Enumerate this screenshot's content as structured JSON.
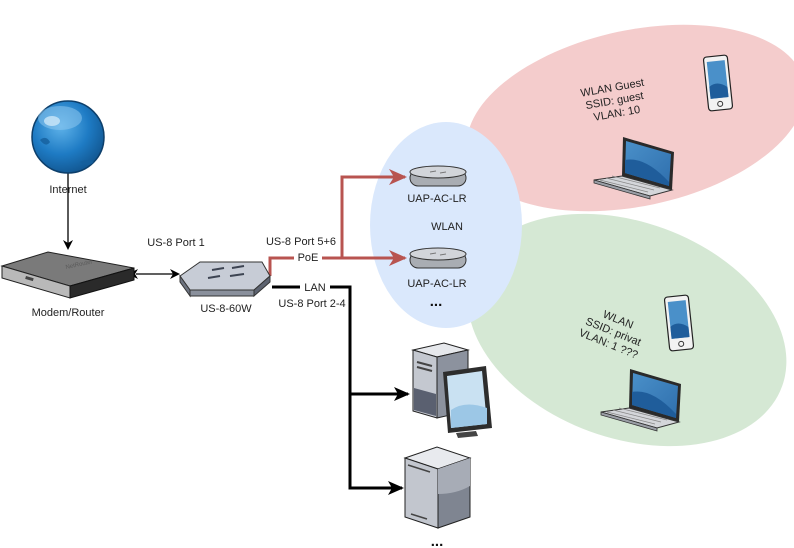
{
  "diagram": {
    "title": "Home network topology",
    "colors": {
      "guest_zone": "#f4cccc",
      "private_zone": "#d5e8d4",
      "wlan_zone": "#dae8fc",
      "poe_link": "#b85450",
      "lan_link": "#000000",
      "globe": "#1e7bc4"
    },
    "nodes": {
      "internet": {
        "label": "Internet",
        "icon": "globe-icon"
      },
      "modem": {
        "label": "Modem/Router",
        "icon": "router-icon"
      },
      "switch": {
        "label": "US-8-60W",
        "icon": "switch-icon"
      },
      "ap1": {
        "label": "UAP-AC-LR",
        "icon": "access-point-icon"
      },
      "ap2": {
        "label": "UAP-AC-LR",
        "icon": "access-point-icon"
      },
      "ap_more": {
        "label": "..."
      },
      "workstation": {
        "icon": "desktop-computer-icon"
      },
      "server": {
        "icon": "server-tower-icon"
      },
      "lan_more": {
        "label": "..."
      }
    },
    "zones": {
      "wlan": {
        "label": "WLAN"
      },
      "guest": {
        "lines": [
          "WLAN Guest",
          "SSID: guest",
          "VLAN: 10"
        ],
        "devices": [
          "tablet-icon",
          "laptop-icon"
        ]
      },
      "private": {
        "lines": [
          "WLAN",
          "SSID: privat",
          "VLAN: 1 ???"
        ],
        "devices": [
          "tablet-icon",
          "laptop-icon"
        ]
      }
    },
    "links": {
      "modem_switch": {
        "label": "US-8 Port 1"
      },
      "poe": {
        "label_top": "US-8 Port 5+6",
        "label_bottom": "PoE"
      },
      "lan": {
        "label_top": "LAN",
        "label_bottom": "US-8 Port 2-4"
      }
    }
  }
}
